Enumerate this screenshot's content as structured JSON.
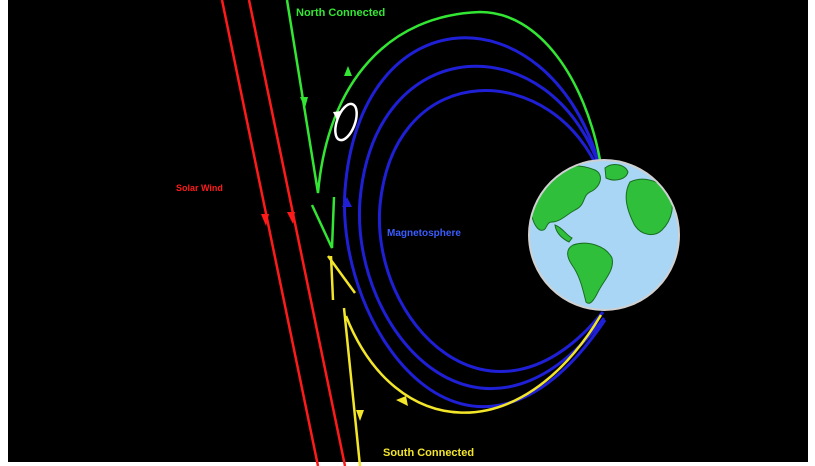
{
  "labels": {
    "north": "North Connected",
    "solar_wind": "Solar Wind",
    "magnetosphere": "Magnetosphere",
    "south": "South Connected"
  },
  "colors": {
    "background": "#000000",
    "solar_wind": "#ff1a1a",
    "north_connected": "#33e633",
    "magnetosphere": "#1f1fd6",
    "magnetosphere_label": "#3b5cff",
    "south_connected": "#f2e52a",
    "earth_ocean": "#a9d6f5",
    "earth_land": "#2fbf3a",
    "vortex": "#ffffff"
  }
}
